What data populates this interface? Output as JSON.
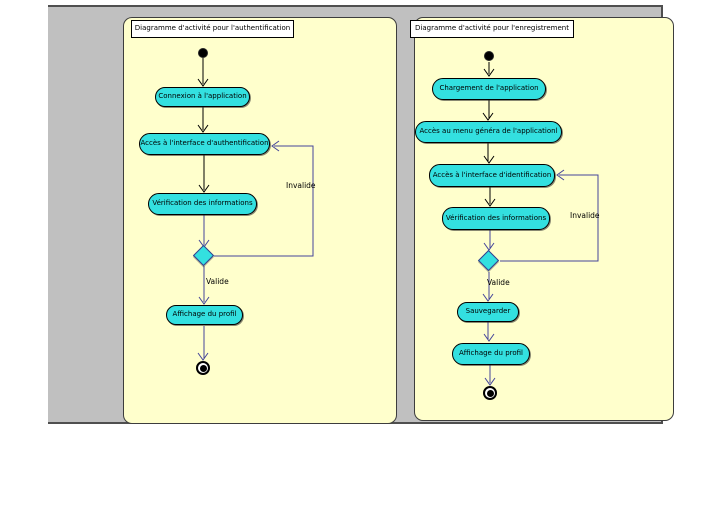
{
  "colors": {
    "canvas_bg": "#c0c0c0",
    "panel_bg": "#ffffcc",
    "node_fill": "#33e0e0",
    "flow_line_color": "#000000",
    "decision_line_color": "#44449a"
  },
  "diagrams": [
    {
      "title": "Diagramme d'activité pour l'authentification",
      "nodes": [
        "Connexion à l'application",
        "Accès à l'interface d'authentification",
        "Vérification des informations",
        "Affichage du profil"
      ],
      "labels": {
        "invalid": "Invalide",
        "valid": "Valide"
      }
    },
    {
      "title": "Diagramme d'activité pour l'enregistrement",
      "nodes": [
        "Chargement de l'application",
        "Accès au menu généra de l'applicationl",
        "Accès à l'interface d'identification",
        "Vérification des informations",
        "Sauvegarder",
        "Affichage du profil"
      ],
      "labels": {
        "invalid": "Invalide",
        "valid": "Valide"
      }
    }
  ]
}
